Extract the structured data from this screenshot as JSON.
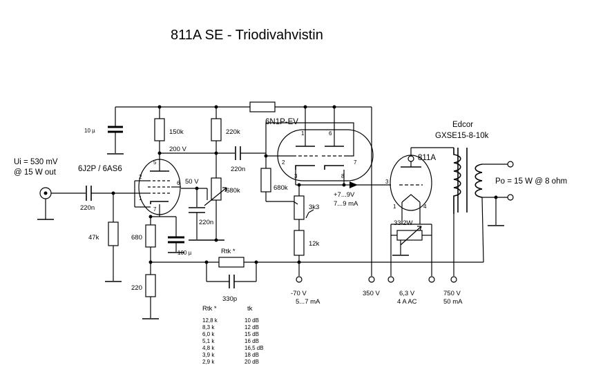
{
  "title": "811A  SE - Triodivahvistin",
  "input": {
    "line1": "Ui = 530 mV",
    "line2": "@ 15 W out",
    "cap": "220n"
  },
  "tube1": {
    "name": "6J2P / 6AS6",
    "pins": [
      "5",
      "2",
      "6",
      "1",
      "7"
    ],
    "plate_v": "200 V",
    "screen_v": "50 V"
  },
  "tube2": {
    "name": "6N1P-EV",
    "pins": [
      "1",
      "6",
      "2",
      "7",
      "3",
      "8"
    ],
    "out_v": "+7...9V",
    "out_i": "7...9 mA"
  },
  "tube3": {
    "name": "811A",
    "pins": [
      "3",
      "1",
      "4"
    ]
  },
  "transformer": {
    "line1": "Edcor",
    "line2": "GXSE15-8-10k"
  },
  "output": "Po = 15 W @ 8 ohm",
  "components": {
    "c_10u": "10 µ",
    "r_150k": "150k",
    "r_220k": "220k",
    "c_220n_couple": "220n",
    "r_680k_pot": "680k",
    "c_220n_screen": "220n",
    "r_47k": "47k",
    "r_680": "680",
    "c_100u": "100 µ",
    "r_220": "220",
    "rtk": "Rtk *",
    "c_330p": "330p",
    "r_680k_grid": "680k",
    "r_3k3": "3k3",
    "r_12k": "12k",
    "r_33_2w": "33 2W"
  },
  "supplies": [
    {
      "v": "-70 V",
      "i": "5...7 mA"
    },
    {
      "v": "350 V",
      "i": ""
    },
    {
      "v": "6,3 V",
      "i": "4 A AC"
    },
    {
      "v": "750 V",
      "i": "50 mA"
    }
  ],
  "table": {
    "headers": [
      "Rtk *",
      "tk"
    ],
    "rows": [
      [
        "12,8 k",
        "10 dB"
      ],
      [
        "8,3 k",
        "12 dB"
      ],
      [
        "6,0 k",
        "15 dB"
      ],
      [
        "5,1 k",
        "16 dB"
      ],
      [
        "4,8 k",
        "16,5 dB"
      ],
      [
        "3,9 k",
        "18 dB"
      ],
      [
        "2,9 k",
        "20 dB"
      ]
    ]
  }
}
